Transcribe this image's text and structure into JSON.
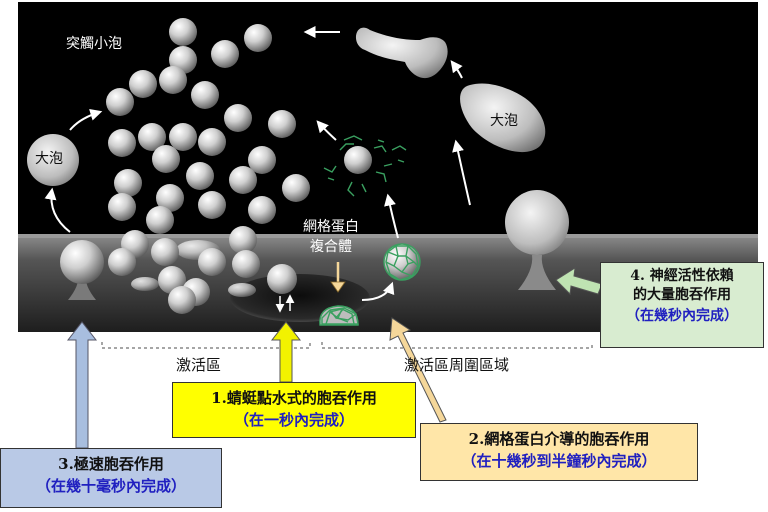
{
  "labels": {
    "synaptic_vesicle": "突觸小泡",
    "large_vesicle_left": "大泡",
    "large_vesicle_right": "大泡",
    "clathrin_line1": "網格蛋白",
    "clathrin_line2": "複合體",
    "active_zone": "激活區",
    "periactive_zone": "激活區周圍區域"
  },
  "boxes": {
    "kiss_and_run": {
      "title": "1.蜻蜓點水式的胞吞作用",
      "time": "（在一秒內完成）",
      "bg": "#ffff00"
    },
    "clathrin_mediated": {
      "title": "2.網格蛋白介導的胞吞作用",
      "time": "（在十幾秒到半鐘秒內完成）",
      "bg": "#ffe6a8"
    },
    "ultrafast": {
      "title": "3.極速胞吞作用",
      "time": "（在幾十毫秒內完成）",
      "bg": "#b9c9e6"
    },
    "bulk": {
      "title": "4. 神經活性依賴",
      "title2": "的大量胞吞作用",
      "time": "（在幾秒內完成）",
      "bg": "#d8ecd0"
    }
  },
  "colors": {
    "time_text": "#2020c0",
    "arrow_yellow": "#f2f200",
    "arrow_orange": "#f5d79a",
    "arrow_blue": "#a8bedf",
    "arrow_green": "#bfe3b2",
    "clathrin": "#3aa060"
  }
}
